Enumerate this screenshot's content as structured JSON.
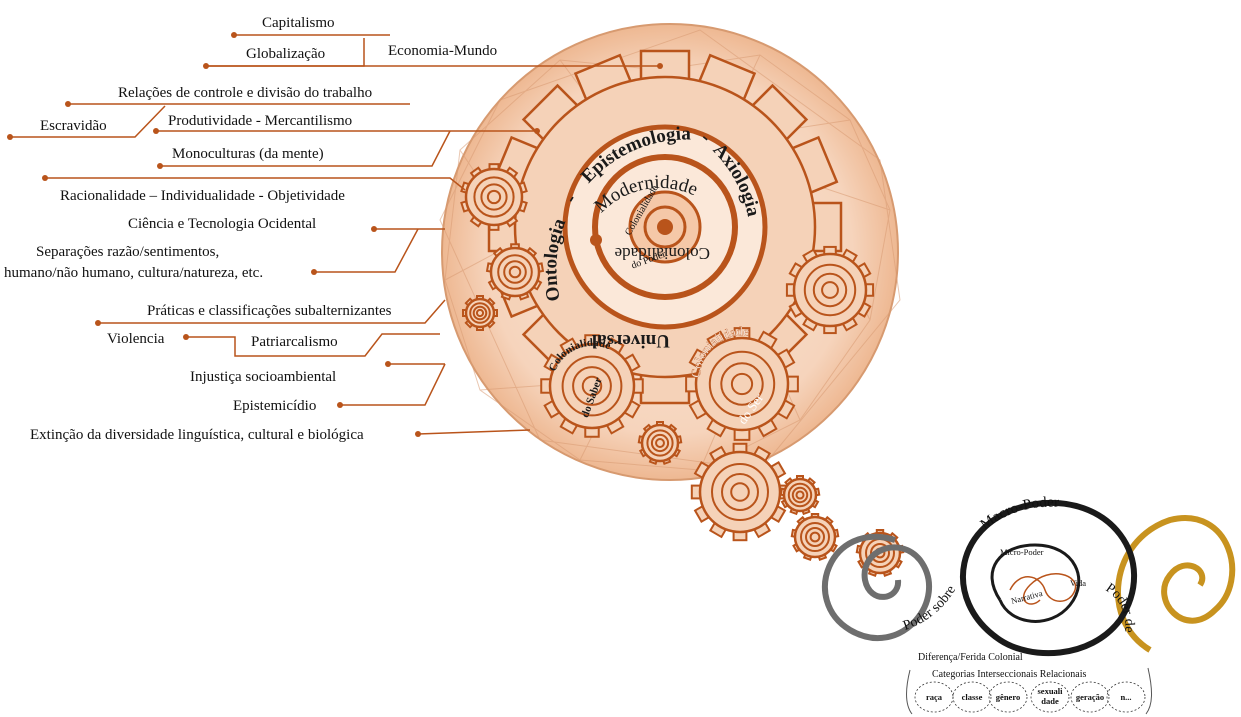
{
  "labels": {
    "capitalismo": "Capitalismo",
    "globalizacao": "Globalização",
    "economia_mundo": "Economia-Mundo",
    "relacoes": "Relações de controle e divisão do trabalho",
    "escravidao": "Escravidão",
    "produtividade": "Produtividade - Mercantilismo",
    "monoculturas": "Monoculturas (da mente)",
    "racionalidade": "Racionalidade – Individualidade - Objetividade",
    "ciencia": "Ciência e Tecnologia Ocidental",
    "separacoes_1": "Separações razão/sentimentos,",
    "separacoes_2": "humano/não humano, cultura/natureza, etc.",
    "praticas": "Práticas e classificações subalternizantes",
    "violencia": "Violencia",
    "patriarcalismo": "Patriarcalismo",
    "injustica": "Injustiça socioambiental",
    "epistemicidio": "Epistemicídio",
    "extincao": "Extinção da diversidade linguística, cultural  e biológica"
  },
  "center": {
    "ontologia": "Ontologia",
    "epistemologia": "Epistemologia",
    "axiologia": "Axiologia",
    "universal": "Universal",
    "dash1": "-",
    "dash2": "-",
    "modernidade": "Modernidade",
    "colonialidade": "Colonialidade",
    "col_poder_1": "Colonialidade",
    "col_poder_2": "do Poder",
    "col_saber_1": "Colonialidade",
    "col_saber_2": "do Saber",
    "col_ser_1": "Colonialidade",
    "col_ser_2": "do Ser"
  },
  "power": {
    "macro": "Macro-Poder",
    "micro": "Micro-Poder",
    "vida": "Vida",
    "narrativa": "Narrativa",
    "poder_sobre": "Poder sobre",
    "poder_de": "Poder de"
  },
  "categories": {
    "diferenca": "Diferença/Ferida Colonial",
    "title": "Categorias Interseccionais Relacionais",
    "items": [
      "raça",
      "classe",
      "gênero",
      "sexuali dade",
      "geração",
      "n..."
    ]
  },
  "colors": {
    "accent": "#b9541b",
    "gear_fill": "#f5d2b8",
    "dark_spiral": "#1a1a1a",
    "grey_spiral": "#6e6e6e",
    "gold_spiral": "#c8931f"
  }
}
